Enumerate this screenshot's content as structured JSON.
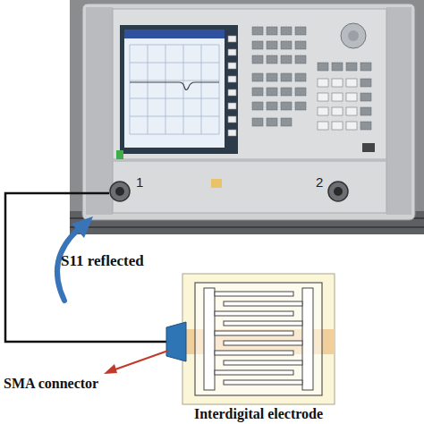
{
  "diagram": {
    "nodes": [
      {
        "text": [
          "Interdigital electrode"
        ]
      }
    ],
    "labels": [
      "1",
      "2",
      "S11 reflected",
      "SMA connector"
    ]
  }
}
